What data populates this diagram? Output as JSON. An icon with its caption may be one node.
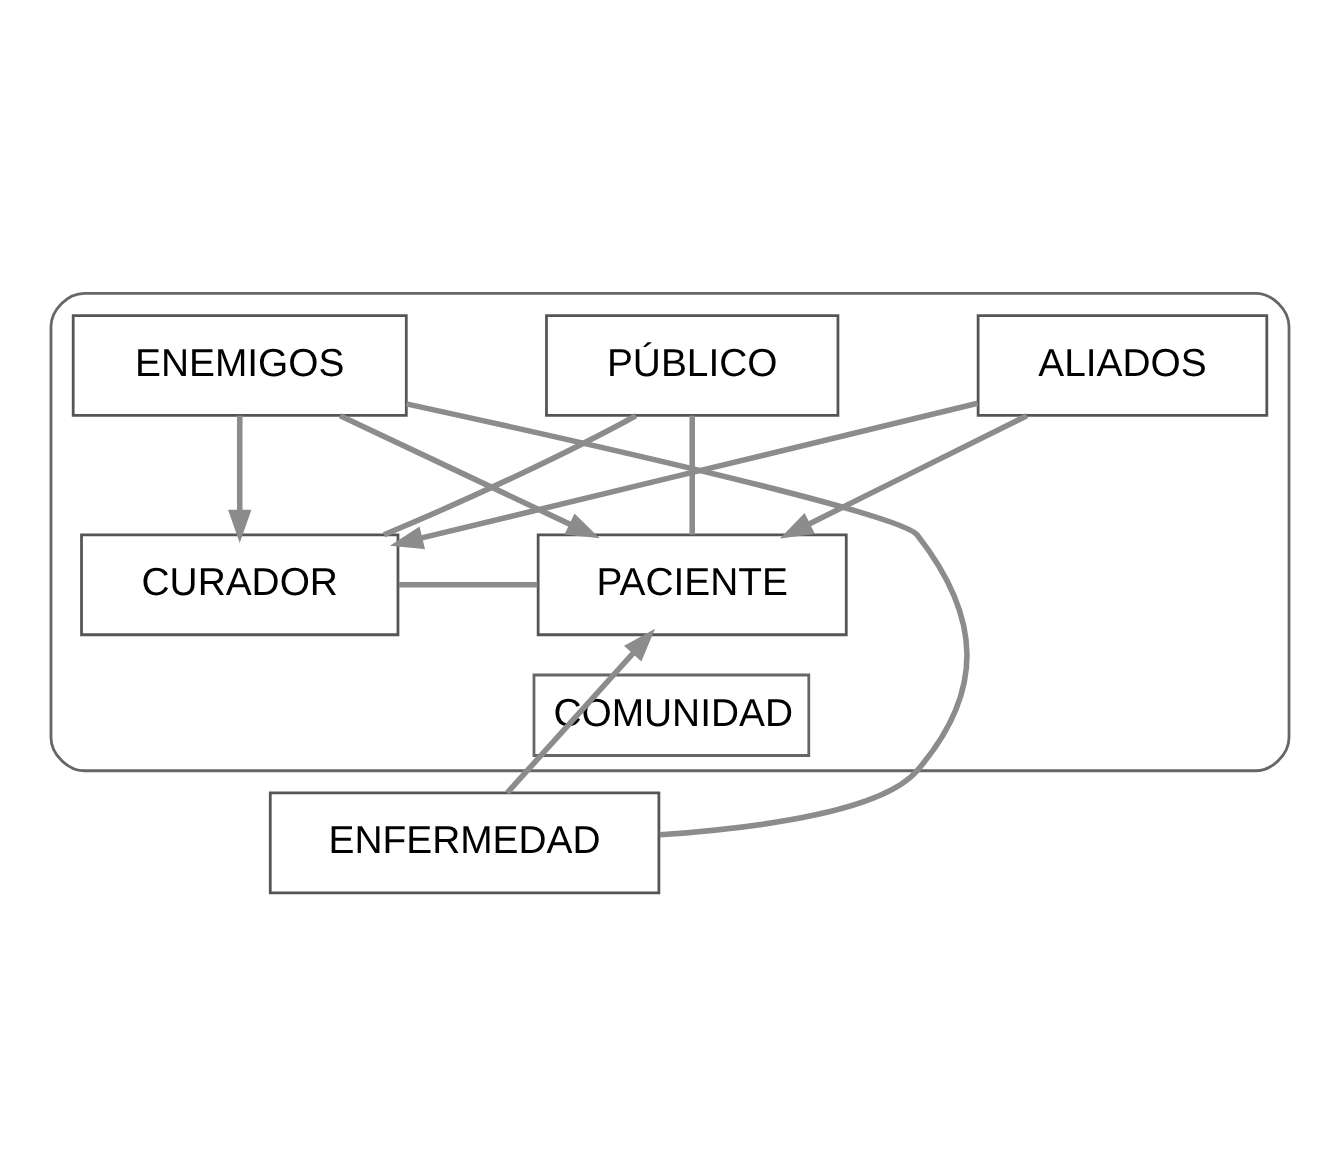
{
  "diagram": {
    "nodes": [
      {
        "text": [
          "COMUNIDAD"
        ]
      },
      {
        "text": [
          "PÚBLICO"
        ],
        "in": 0
      },
      {
        "text": [
          "CURADOR"
        ],
        "in": 0
      },
      {
        "text": [
          "PACIENTE"
        ],
        "in": 0
      },
      {
        "text": [
          "ENFERMEDAD"
        ]
      },
      {
        "text": [
          "ALIADOS"
        ],
        "in": 0
      },
      {
        "text": [
          "ENEMIGOS"
        ],
        "in": 0
      }
    ],
    "edges": [
      {
        "from": 1,
        "to": 2,
        "arrow": "none"
      },
      {
        "from": 1,
        "to": 3,
        "arrow": "none"
      },
      {
        "from": 2,
        "to": 3,
        "arrow": "none"
      },
      {
        "from": 5,
        "to": 2,
        "arrow": "to"
      },
      {
        "from": 5,
        "to": 3,
        "arrow": "to"
      },
      {
        "from": 6,
        "to": 2,
        "arrow": "to"
      },
      {
        "from": 6,
        "to": 3,
        "arrow": "to"
      },
      {
        "from": 6,
        "to": 4,
        "arrow": "none"
      },
      {
        "from": 4,
        "to": 3,
        "arrow": "to"
      }
    ]
  }
}
